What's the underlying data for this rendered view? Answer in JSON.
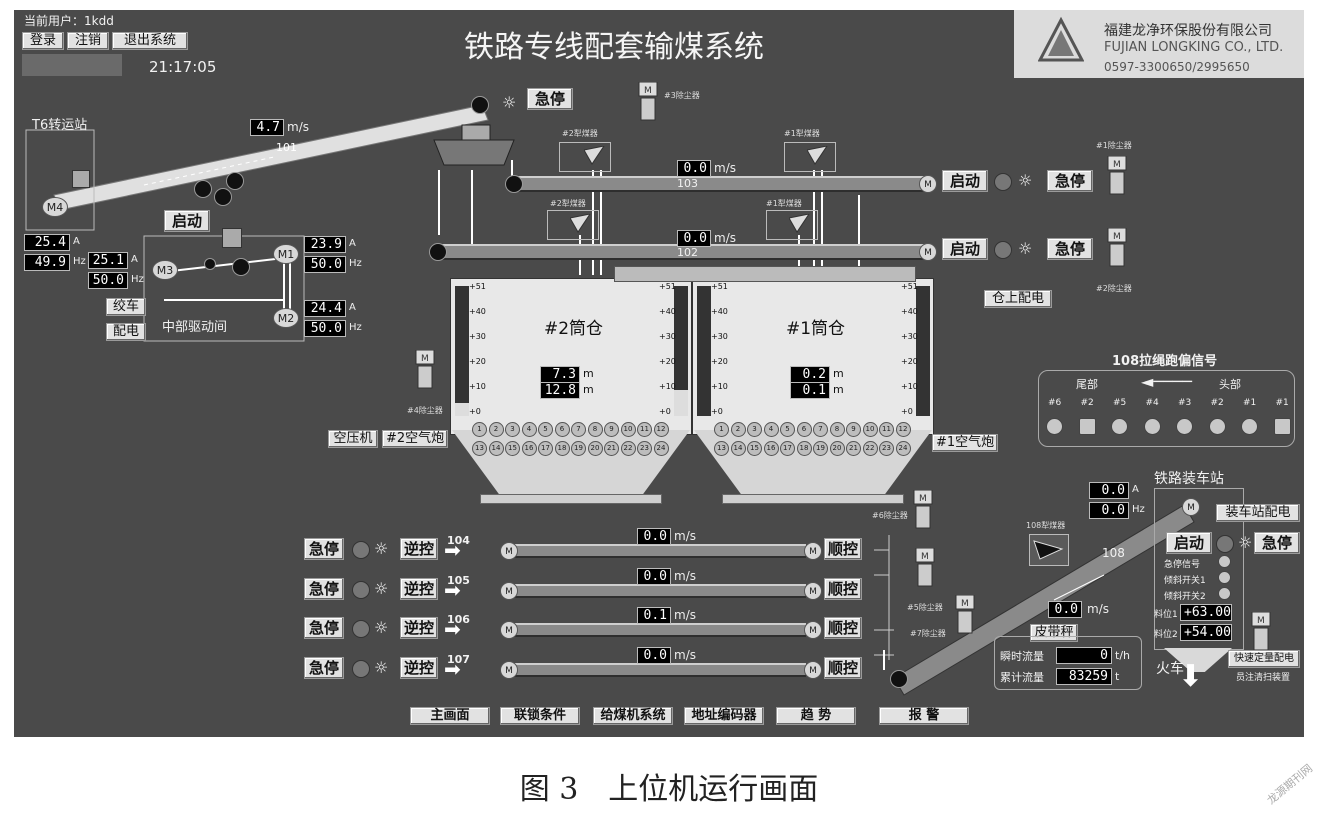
{
  "header": {
    "user_label": "当前用户：1kdd",
    "login": "登录",
    "logout": "注销",
    "exit": "退出系统",
    "time": "21:17:05",
    "title": "铁路专线配套输煤系统",
    "company_cn": "福建龙净环保股份有限公司",
    "company_en": "FUJIAN LONGKING CO., LTD.",
    "company_phone": "0597-3300650/2995650"
  },
  "t6": {
    "station": "T6转运站",
    "speed": "4.7",
    "speed_unit": "m/s",
    "belt_no": "101",
    "m4": "M4",
    "m4_current": "25.4",
    "m4_freq": "49.9",
    "current_unit": "A",
    "freq_unit": "Hz"
  },
  "mid_drive": {
    "start": "启动",
    "room": "中部驱动间",
    "winch": "绞车",
    "power": "配电",
    "m1": "M1",
    "m1_current": "23.9",
    "m1_freq": "50.0",
    "m2": "M2",
    "m2_current": "24.4",
    "m2_freq": "50.0",
    "m3": "M3",
    "m3_current": "25.1",
    "m3_freq": "50.0"
  },
  "top": {
    "estop": "急停",
    "dust3": "#3除尘器",
    "dust1": "#1除尘器",
    "dust2": "#2除尘器",
    "silo_power": "仓上配电"
  },
  "belt103": {
    "speed": "0.0",
    "unit": "m/s",
    "no": "103",
    "start": "启动",
    "estop": "急停",
    "plow2": "#2犁煤器",
    "plow1": "#1犁煤器"
  },
  "belt102": {
    "speed": "0.0",
    "unit": "m/s",
    "no": "102",
    "start": "启动",
    "estop": "急停",
    "plow2": "#2犁煤器",
    "plow1": "#1犁煤器"
  },
  "silo2": {
    "name": "#2筒仓",
    "level1": "7.3",
    "level2": "12.8",
    "unit": "m",
    "scale": [
      "+51",
      "+40",
      "+30",
      "+20",
      "+10",
      "+0"
    ],
    "level_fill_left": 0.1,
    "level_fill_right": 0.2
  },
  "silo1": {
    "name": "#1筒仓",
    "level1": "0.2",
    "level2": "0.1",
    "unit": "m",
    "scale": [
      "+51",
      "+40",
      "+30",
      "+20",
      "+10",
      "+0"
    ],
    "level_fill_left": 0.0,
    "level_fill_right": 0.0
  },
  "aircannon": {
    "compressor": "空压机",
    "cannon2": "#2空气炮",
    "cannon1": "#1空气炮",
    "dust4": "#4除尘器",
    "cells": [
      "1",
      "2",
      "3",
      "4",
      "5",
      "6",
      "7",
      "8",
      "9",
      "10",
      "11",
      "12",
      "13",
      "14",
      "15",
      "16",
      "17",
      "18",
      "19",
      "20",
      "21",
      "22",
      "23",
      "24"
    ]
  },
  "rope": {
    "title": "108拉绳跑偏信号",
    "tail": "尾部",
    "head": "头部",
    "labels": [
      "#6",
      "#2",
      "#5",
      "#4",
      "#3",
      "#2",
      "#1",
      "#1"
    ]
  },
  "feeders": [
    {
      "estop": "急停",
      "reverse": "逆控",
      "no": "104",
      "speed": "0.0",
      "unit": "m/s",
      "forward": "顺控"
    },
    {
      "estop": "急停",
      "reverse": "逆控",
      "no": "105",
      "speed": "0.0",
      "unit": "m/s",
      "forward": "顺控"
    },
    {
      "estop": "急停",
      "reverse": "逆控",
      "no": "106",
      "speed": "0.1",
      "unit": "m/s",
      "forward": "顺控"
    },
    {
      "estop": "急停",
      "reverse": "逆控",
      "no": "107",
      "speed": "0.0",
      "unit": "m/s",
      "forward": "顺控"
    }
  ],
  "lower": {
    "dust6": "#6除尘器",
    "dust5": "#5除尘器",
    "dust7": "#7除尘器",
    "plow108": "108犁煤器"
  },
  "loading": {
    "station": "铁路装车站",
    "current": "0.0",
    "freq": "0.0",
    "current_unit": "A",
    "freq_unit": "Hz",
    "belt_no": "108",
    "speed": "0.0",
    "speed_unit": "m/s",
    "power": "装车站配电",
    "start": "启动",
    "estop": "急停",
    "sig_estop": "急停信号",
    "sig_tilt1": "倾斜开关1",
    "sig_tilt2": "倾斜开关2",
    "level1_label": "料位1",
    "level1": "+63.00",
    "level2_label": "料位2",
    "level2": "+54.00",
    "train": "火车",
    "quick": "快速定量配电",
    "cleaner": "员注清扫装置"
  },
  "scale": {
    "title": "皮带秤",
    "inst_label": "瞬时流量",
    "inst": "0",
    "inst_unit": "t/h",
    "total_label": "累计流量",
    "total": "83259",
    "total_unit": "t"
  },
  "nav": [
    "主画面",
    "联锁条件",
    "给煤机系统",
    "地址编码器",
    "趋 势",
    "报 警"
  ],
  "caption": "图 3　上位机运行画面",
  "watermark": "龙源期刊网"
}
